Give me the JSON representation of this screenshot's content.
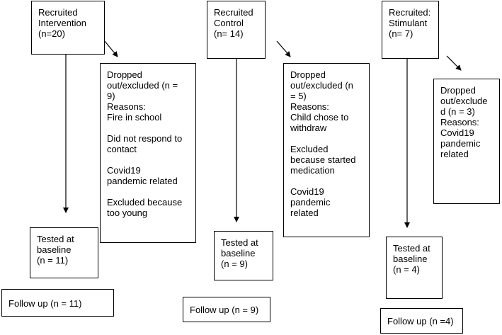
{
  "intervention": {
    "recruited": "Recruited\nIntervention\n(n=20)",
    "dropped": "Dropped\nout/excluded (n =\n9)\nReasons:\nFire in school\n\nDid not respond to\ncontact\n\nCovid19\npandemic related\n\nExcluded because\ntoo young",
    "baseline": "Tested at\nbaseline\n(n = 11)",
    "followup": "Follow up (n = 11)"
  },
  "control": {
    "recruited": "Recruited\nControl\n(n= 14)",
    "dropped": "Dropped\nout/excluded (n\n= 5)\nReasons:\nChild chose to\nwithdraw\n\nExcluded\nbecause started\nmedication\n\nCovid19\npandemic\nrelated",
    "baseline": "Tested at\nbaseline\n(n = 9)",
    "followup": "Follow up (n = 9)"
  },
  "stimulant": {
    "recruited": "Recruited:\nStimulant\n(n= 7)",
    "dropped": "Dropped\nout/exclude\nd (n = 3)\nReasons:\nCovid19\npandemic\nrelated",
    "baseline": "Tested at\nbaseline\n(n = 4)",
    "followup": "Follow up (n =4)"
  }
}
